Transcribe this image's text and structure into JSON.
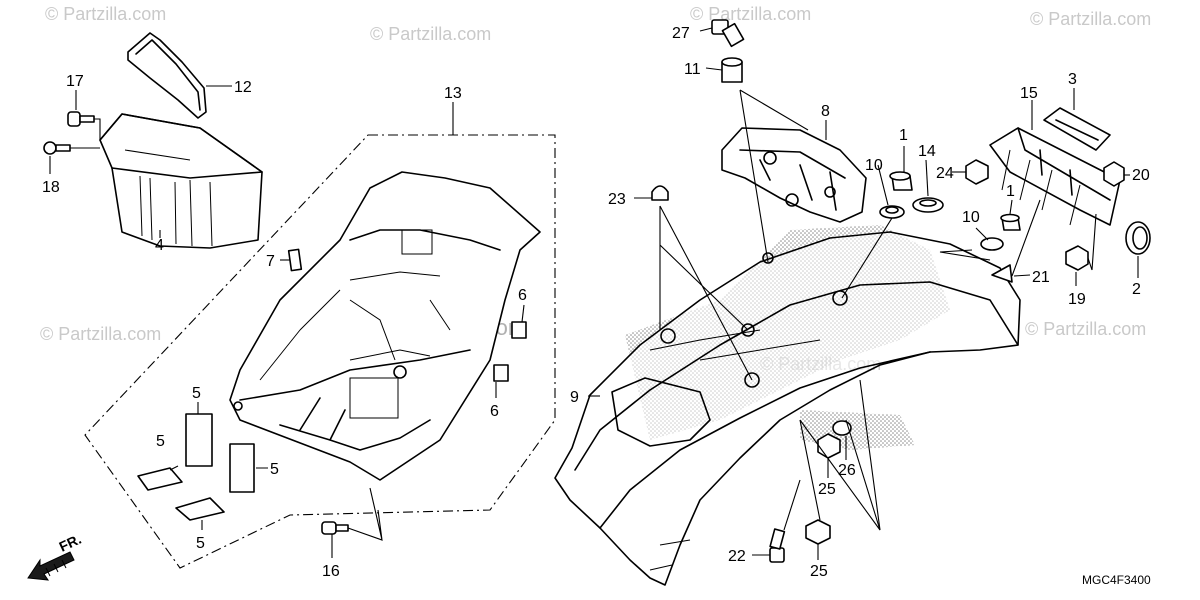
{
  "watermark": {
    "text": "© Partzilla.com",
    "center_text": "© Partzilla.com"
  },
  "diagram_code": "MGC4F3400",
  "direction_label": "FR.",
  "callouts": {
    "c27": "27",
    "c11": "11",
    "c8": "8",
    "c3": "3",
    "c15": "15",
    "c1a": "1",
    "c14": "14",
    "c10a": "10",
    "c24": "24",
    "c20": "20",
    "c1b": "1",
    "c10b": "10",
    "c21": "21",
    "c19": "19",
    "c2": "2",
    "c23": "23",
    "c9": "9",
    "c26": "26",
    "c25a": "25",
    "c25b": "25",
    "c22": "22",
    "c17": "17",
    "c12": "12",
    "c18": "18",
    "c4": "4",
    "c13": "13",
    "c7": "7",
    "c6a": "6",
    "c6b": "6",
    "c5a": "5",
    "c5b": "5",
    "c5c": "5",
    "c5d": "5",
    "c16": "16"
  }
}
